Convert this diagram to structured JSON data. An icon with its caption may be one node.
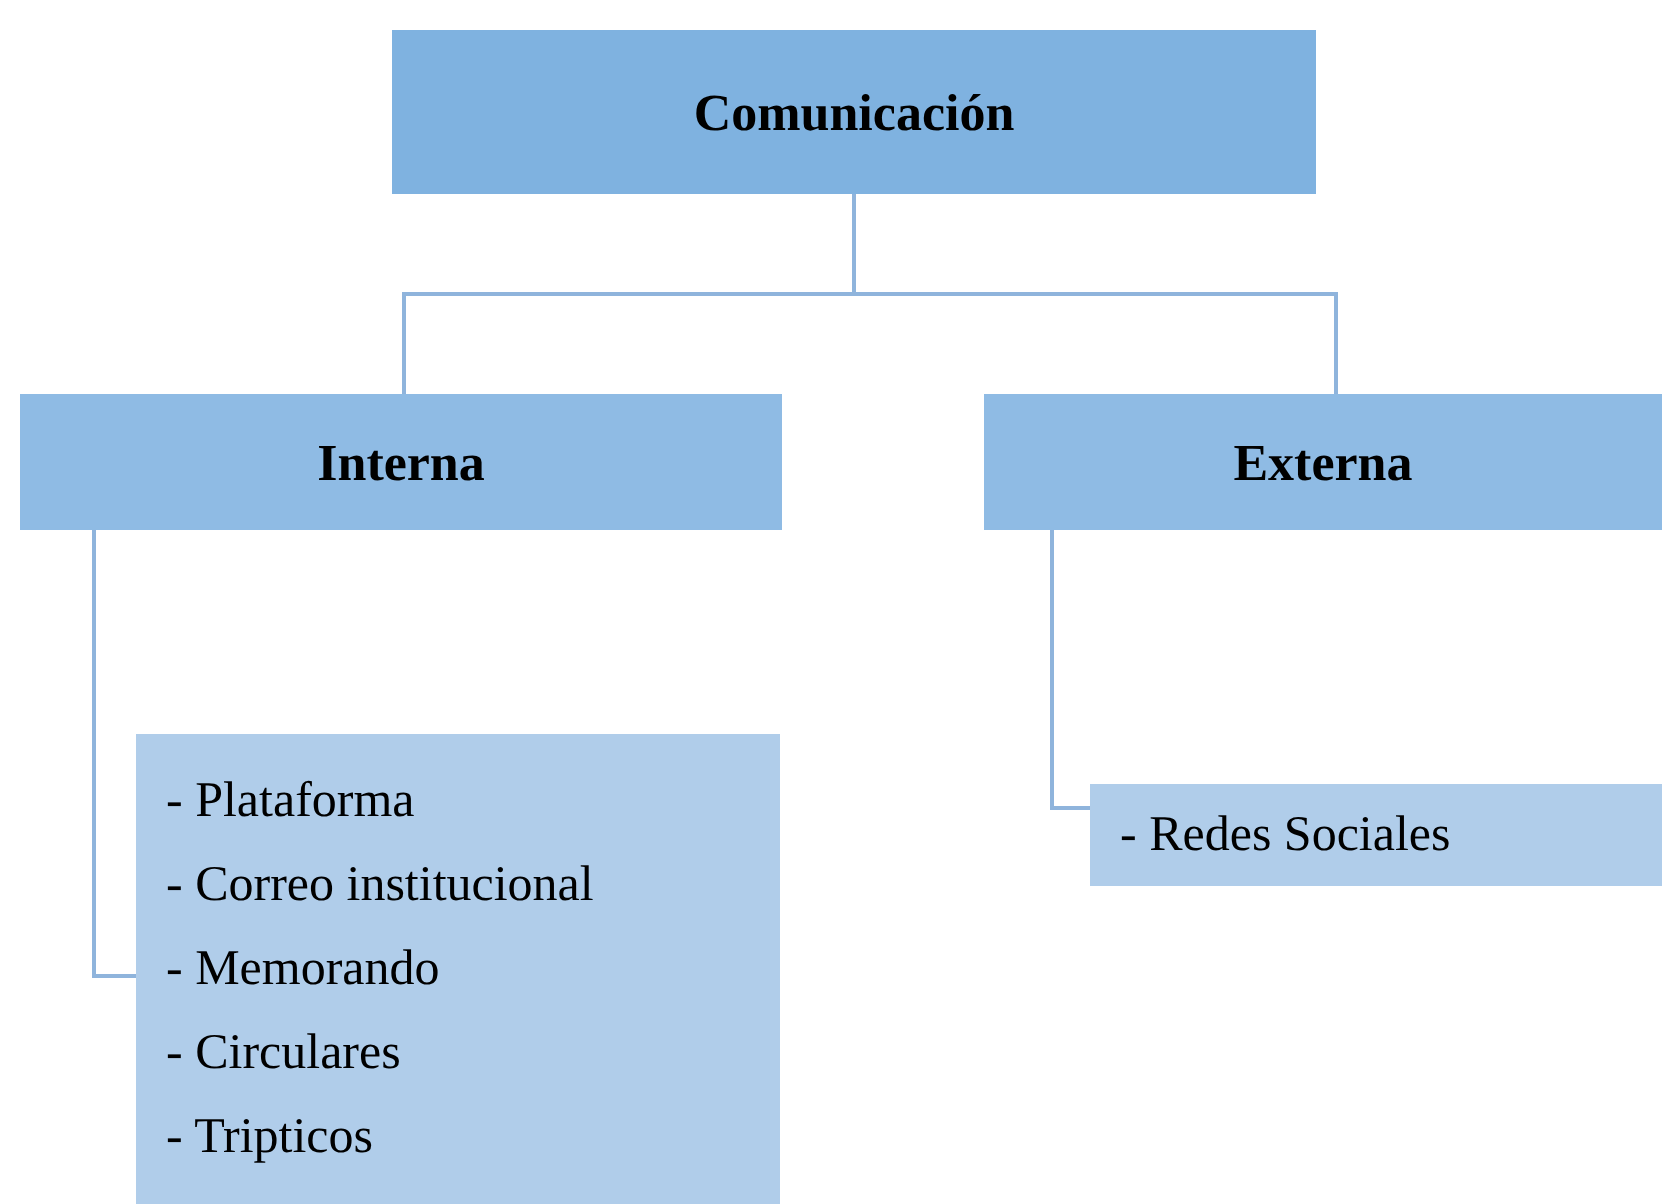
{
  "diagram": {
    "nodes": [
      {
        "text": [
          "Comunicación"
        ]
      },
      {
        "text": [
          "Interna"
        ]
      },
      {
        "text": [
          "Externa"
        ]
      },
      {
        "text": [
          "- Plataforma",
          "- Correo institucional",
          "- Memorando",
          "- Circulares",
          "- Tripticos"
        ]
      },
      {
        "text": [
          "- Redes Sociales"
        ]
      }
    ],
    "edges": [
      {
        "from": 0,
        "to": 1,
        "arrow": "none"
      },
      {
        "from": 0,
        "to": 2,
        "arrow": "none"
      },
      {
        "from": 1,
        "to": 3,
        "arrow": "none"
      },
      {
        "from": 2,
        "to": 4,
        "arrow": "none"
      }
    ]
  }
}
